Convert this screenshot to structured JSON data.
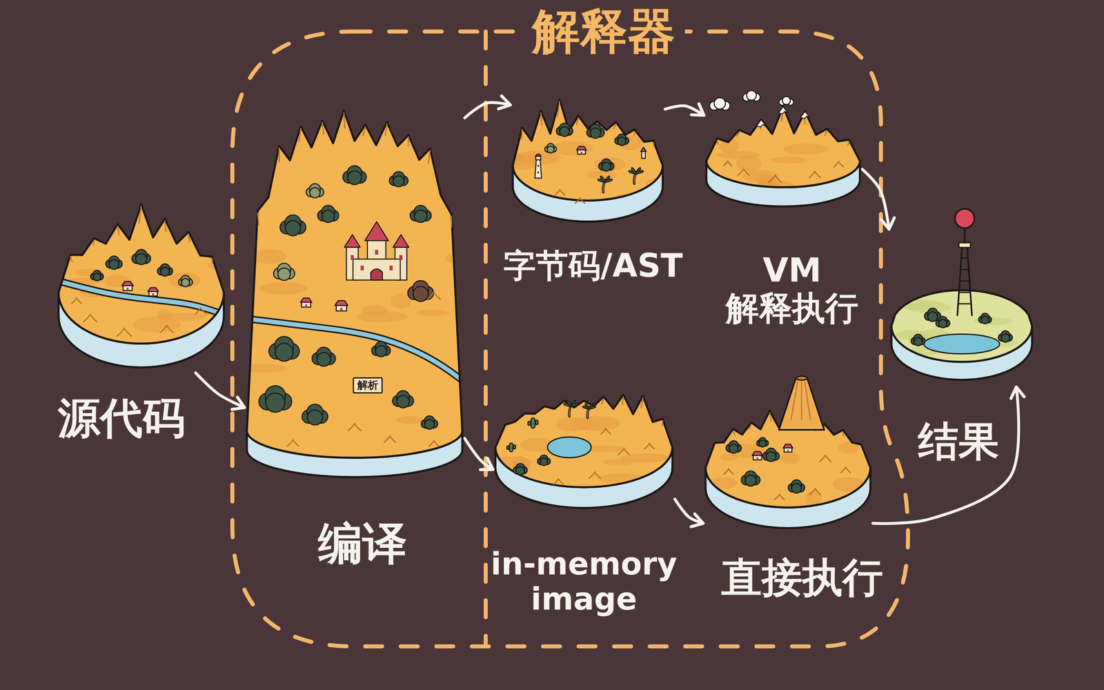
{
  "diagram": {
    "nodes": [
      {
        "text": [
          "源代码"
        ]
      },
      {
        "text": [
          "解释器"
        ]
      },
      {
        "text": [
          "编译"
        ],
        "in": 1
      },
      {
        "text": [
          "字节码/AST"
        ],
        "in": 1
      },
      {
        "text": [
          "VM 解释执行"
        ],
        "in": 1
      },
      {
        "text": [
          "in-memory image"
        ],
        "in": 1
      },
      {
        "text": [
          "直接执行"
        ],
        "in": 1
      },
      {
        "text": [
          "结果"
        ]
      }
    ],
    "edges": [
      {
        "from": 0,
        "to": 2,
        "arrow": "to"
      },
      {
        "from": 2,
        "to": 3,
        "arrow": "to"
      },
      {
        "from": 3,
        "to": 4,
        "arrow": "to"
      },
      {
        "from": 4,
        "to": 7,
        "arrow": "to"
      },
      {
        "from": 2,
        "to": 5,
        "arrow": "to"
      },
      {
        "from": 5,
        "to": 6,
        "arrow": "to"
      },
      {
        "from": 6,
        "to": 7,
        "arrow": "to"
      }
    ],
    "labels": [
      "解析"
    ]
  }
}
